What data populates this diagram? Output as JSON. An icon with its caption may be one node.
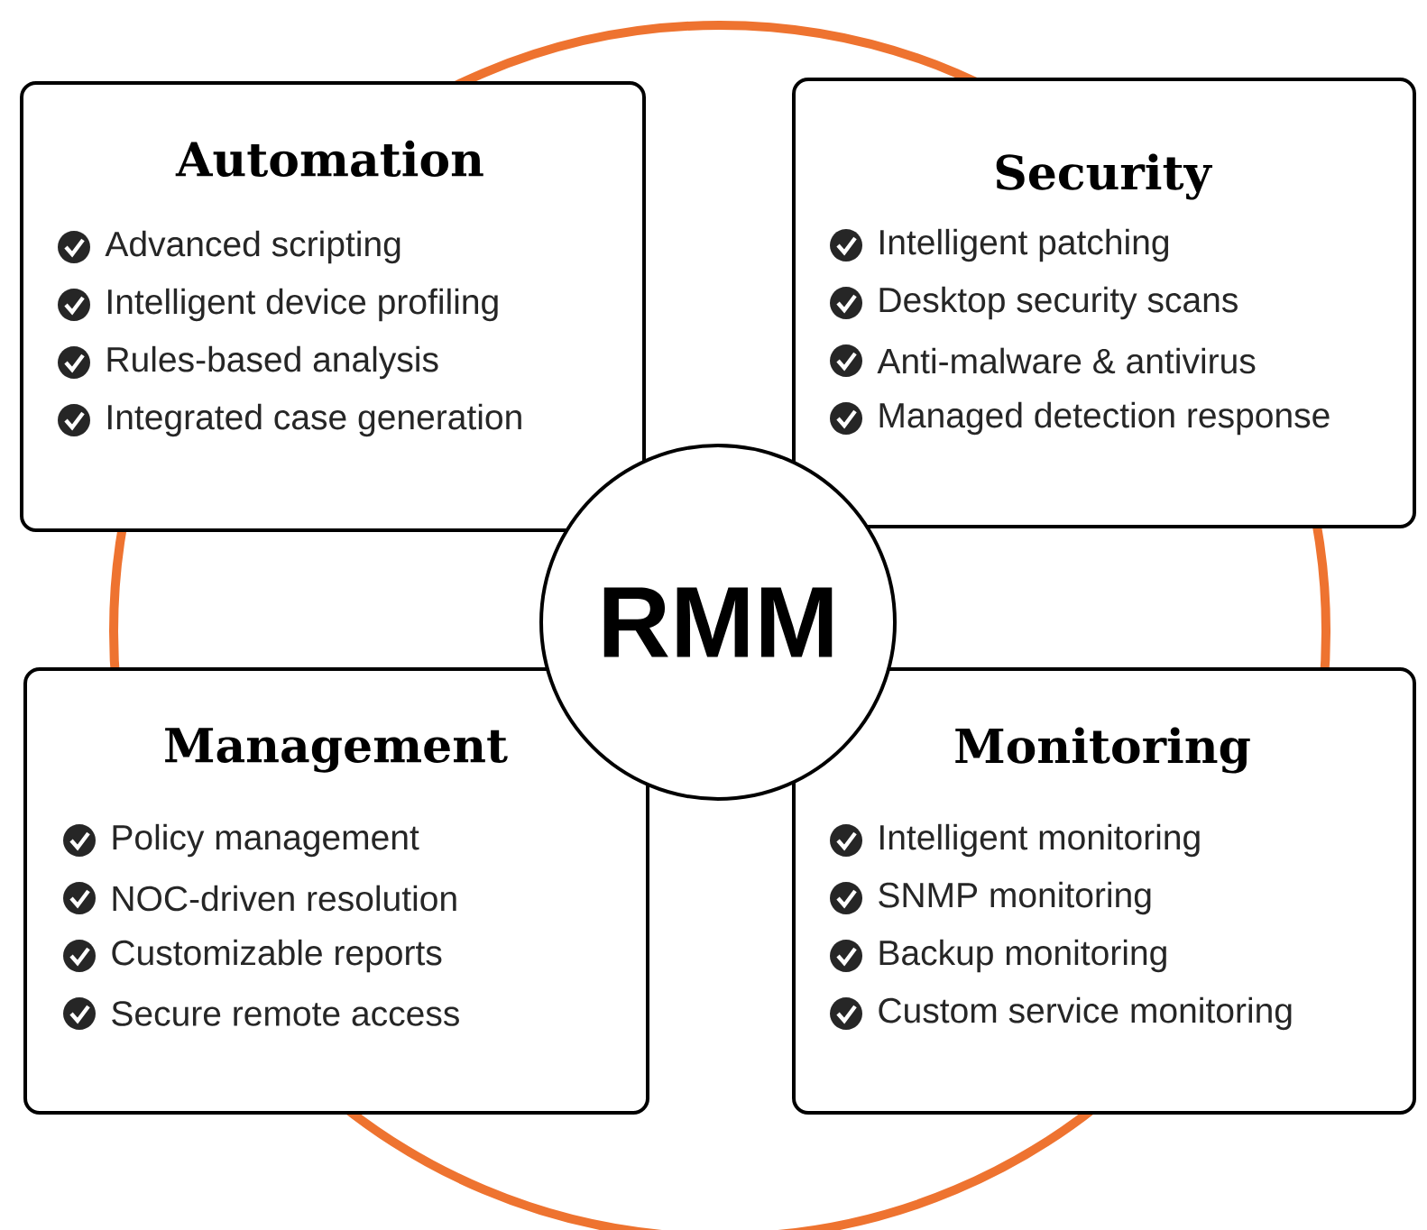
{
  "diagram": {
    "nodes": [
      {
        "text": [
          "RMM"
        ]
      },
      {
        "text": [
          "Automation",
          "Advanced scripting",
          "Intelligent device profiling",
          "Rules-based analysis",
          "Integrated case generation"
        ]
      },
      {
        "text": [
          "Security",
          "Intelligent patching",
          "Desktop security scans",
          "Anti-malware & antivirus",
          "Managed detection response"
        ]
      },
      {
        "text": [
          "Management",
          "Policy management",
          "NOC-driven resolution",
          "Customizable reports",
          "Secure remote access"
        ]
      },
      {
        "text": [
          "Monitoring",
          "Intelligent monitoring",
          "SNMP monitoring",
          "Backup monitoring",
          "Custom service monitoring"
        ]
      }
    ]
  }
}
